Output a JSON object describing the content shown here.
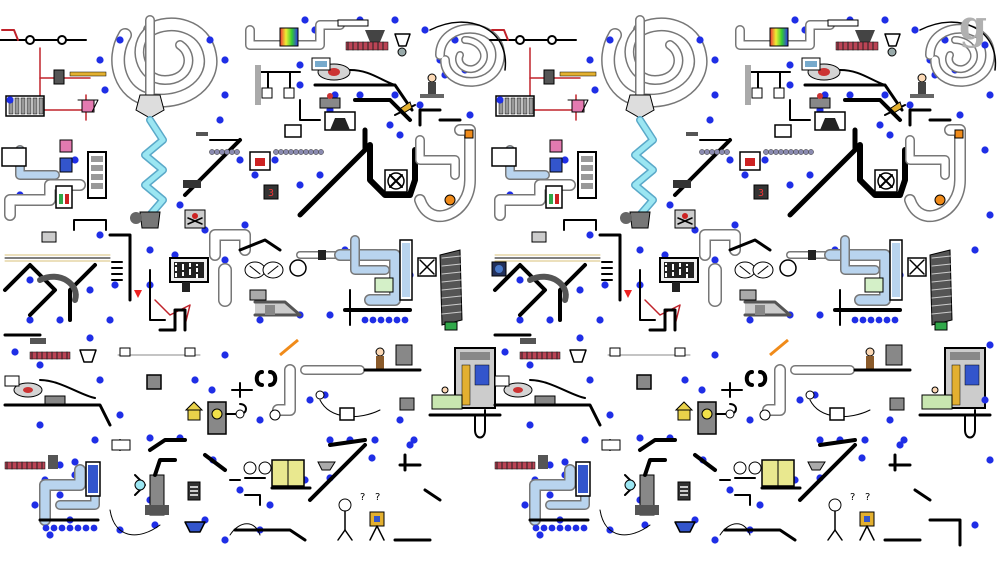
{
  "title": "",
  "logo": {
    "letter": "g",
    "color": "#b0b0b0"
  },
  "palette": {
    "background": "#ffffff",
    "line": "#000000",
    "pipe_fill": "#ffffff",
    "pipe_stroke": "#777777",
    "pipe_blue": "#b9d4ee",
    "dot": "#1f2ee6",
    "dark_gray": "#555555",
    "mid_gray": "#999999",
    "red_wire": "#c0232b",
    "yellow": "#e9e88f",
    "pink": "#e37ab0",
    "orange": "#f08b1a",
    "aqua": "#9be6f2",
    "green": "#31a84a"
  },
  "icons": [
    "monitor-icon",
    "gear-icon",
    "fan-icon",
    "person-icon",
    "skull-icon",
    "house-icon",
    "question-icon",
    "telephone-icon",
    "lamp-icon",
    "magnet-icon"
  ],
  "labels": {
    "panel_counter_a": "3",
    "panel_counter_b": "3",
    "panel_question_a": "?",
    "panel_question_b": "?"
  }
}
